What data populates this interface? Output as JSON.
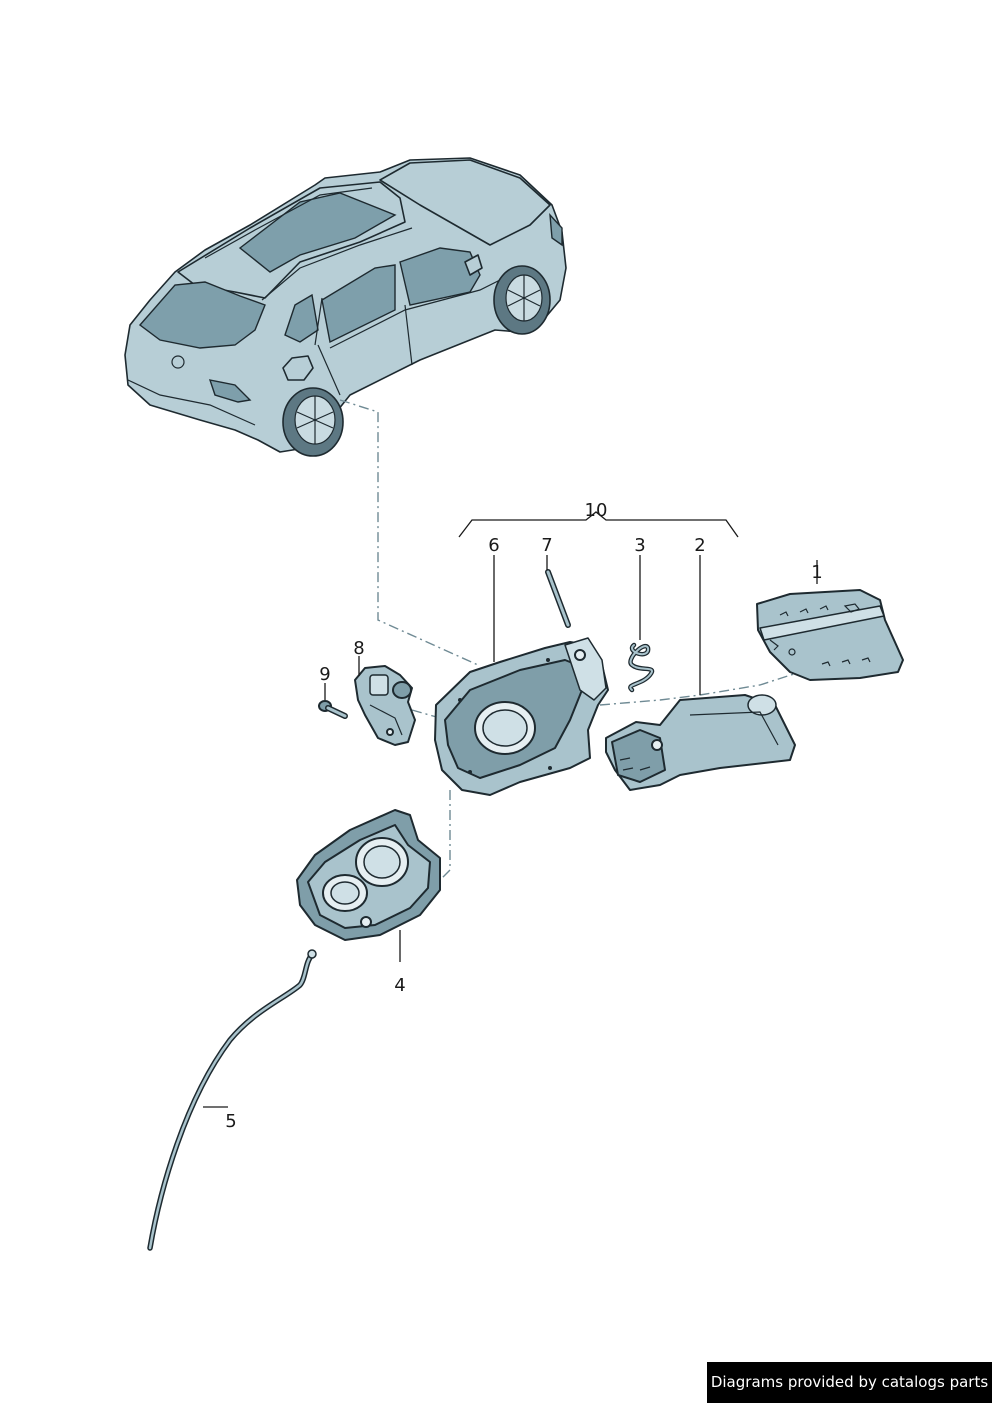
{
  "callouts": {
    "c1": "1",
    "c2": "2",
    "c3": "3",
    "c4": "4",
    "c5": "5",
    "c6": "6",
    "c7": "7",
    "c8": "8",
    "c9": "9",
    "c10": "10"
  },
  "footer": {
    "text": "Diagrams provided by catalogs parts"
  }
}
